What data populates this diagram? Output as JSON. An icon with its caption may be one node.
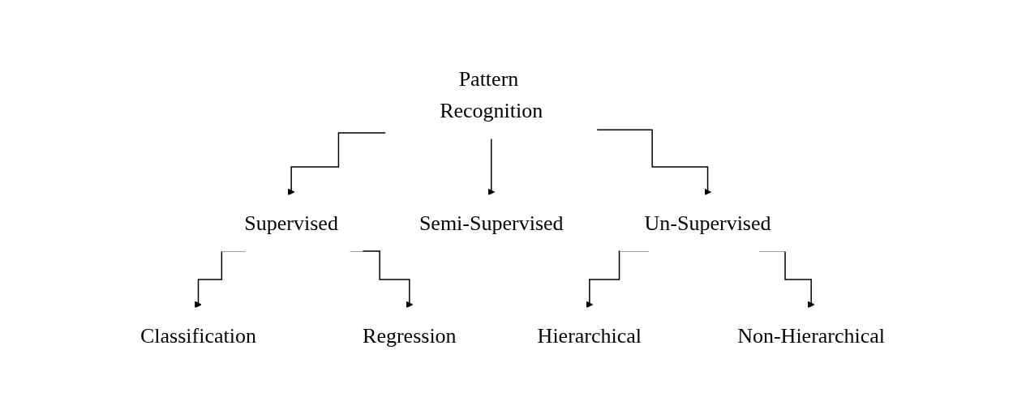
{
  "diagram": {
    "nodes": [
      {
        "text": [
          "Pattern Recognition"
        ]
      },
      {
        "text": [
          "Supervised"
        ]
      },
      {
        "text": [
          "Semi-Supervised"
        ]
      },
      {
        "text": [
          "Un-Supervised"
        ]
      },
      {
        "text": [
          "Classification"
        ]
      },
      {
        "text": [
          "Regression"
        ]
      },
      {
        "text": [
          "Hierarchical"
        ]
      },
      {
        "text": [
          "Non-Hierarchical"
        ]
      }
    ],
    "edges": [
      {
        "from": 0,
        "to": 1,
        "arrow": "to"
      },
      {
        "from": 0,
        "to": 2,
        "arrow": "to"
      },
      {
        "from": 0,
        "to": 3,
        "arrow": "to"
      },
      {
        "from": 1,
        "to": 4,
        "arrow": "to"
      },
      {
        "from": 1,
        "to": 5,
        "arrow": "to"
      },
      {
        "from": 3,
        "to": 6,
        "arrow": "to"
      },
      {
        "from": 3,
        "to": 7,
        "arrow": "to"
      }
    ]
  }
}
